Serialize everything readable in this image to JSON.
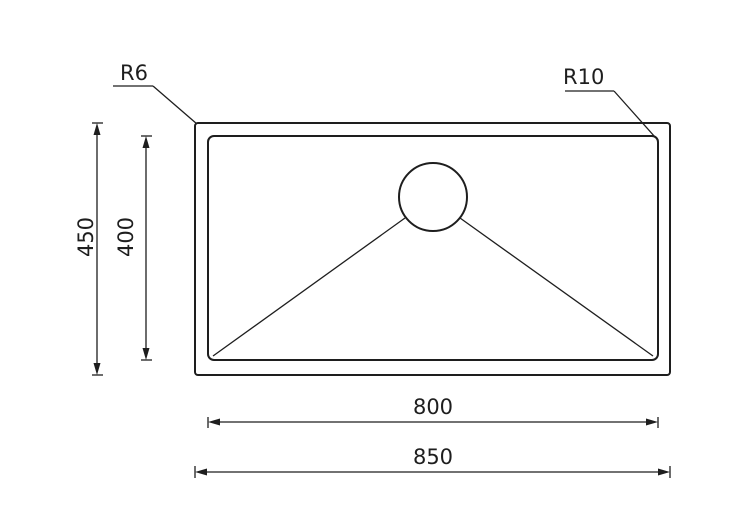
{
  "labels": {
    "radius_outer": "R6",
    "radius_inner": "R10",
    "height_outer": "450",
    "height_inner": "400",
    "width_inner": "800",
    "width_outer": "850"
  },
  "colors": {
    "line": "#1e1e1e",
    "background": "#ffffff"
  }
}
